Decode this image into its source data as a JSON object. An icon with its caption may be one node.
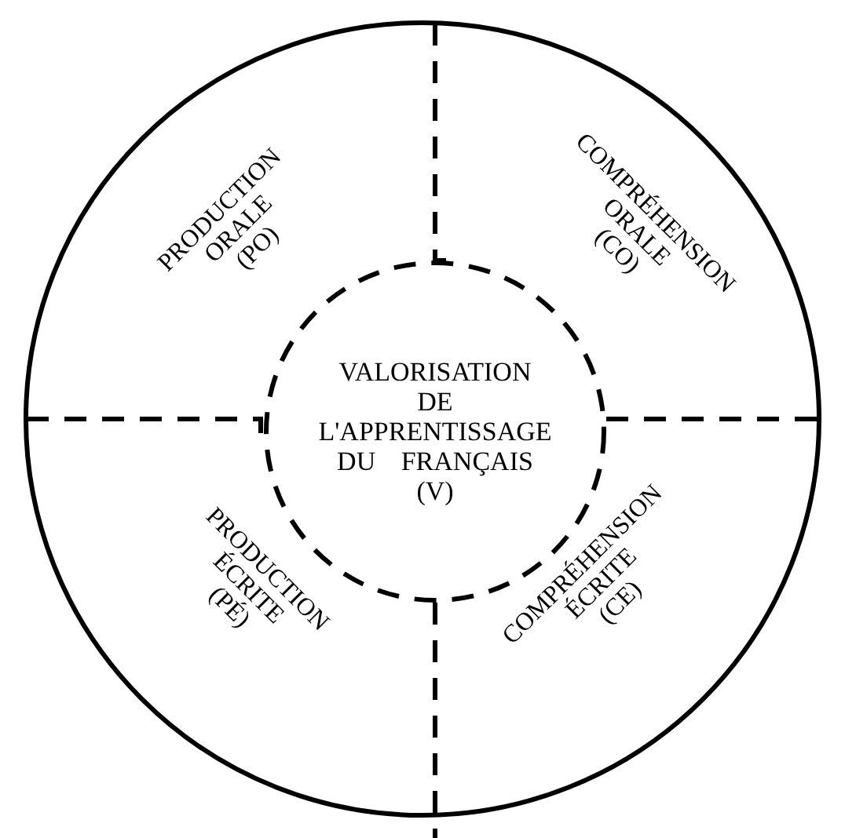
{
  "diagram": {
    "nodes": [
      {
        "text": [],
        "shape": "circle"
      },
      {
        "text": [
          "VALORISATION DE L'APPRENTISSAGE DU FRANÇAIS (V)"
        ],
        "in": 0
      }
    ],
    "labels": [
      "PRODUCTION ORALE (PO)",
      "COMPRÉHENSION ORALE (CO)",
      "PRODUCTION ÉCRITE (PÉ)",
      "COMPRÉHENSION ÉCRITE (CE)"
    ]
  }
}
